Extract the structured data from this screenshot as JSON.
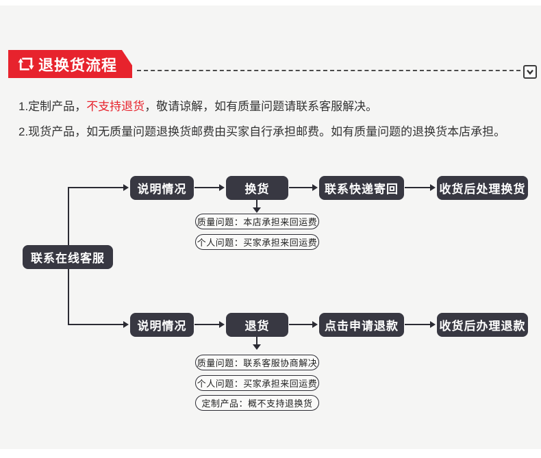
{
  "header": {
    "title": "退换货流程",
    "icon": "exchange-loop-icon",
    "collapse_icon": "chevron-down-icon"
  },
  "notes": [
    {
      "prefix": "1.定制产品，",
      "highlight": "不支持退货",
      "suffix": "，敬请谅解，如有质量问题请联系客服解决。"
    },
    {
      "text": "2.现货产品，如无质量问题退换货邮费由买家自行承担邮费。如有质量问题的退换货本店承担。"
    }
  ],
  "flow": {
    "start": "联系在线客服",
    "branches": [
      {
        "steps": [
          "说明情况",
          "换货",
          "联系快递寄回",
          "收货后处理换货"
        ],
        "notes": [
          "质量问题：本店承担来回运费",
          "个人问题：买家承担来回运费"
        ]
      },
      {
        "steps": [
          "说明情况",
          "退货",
          "点击申请退款",
          "收货后办理退款"
        ],
        "notes": [
          "质量问题：联系客服协商解决",
          "个人问题：买家承担来回运费",
          "定制产品：概不支持退换货"
        ]
      }
    ]
  },
  "colors": {
    "accent_red": "#e7232d",
    "box_dark": "#383842",
    "line_dark": "#2b2b33",
    "panel_bg": "#f5f5f4"
  }
}
